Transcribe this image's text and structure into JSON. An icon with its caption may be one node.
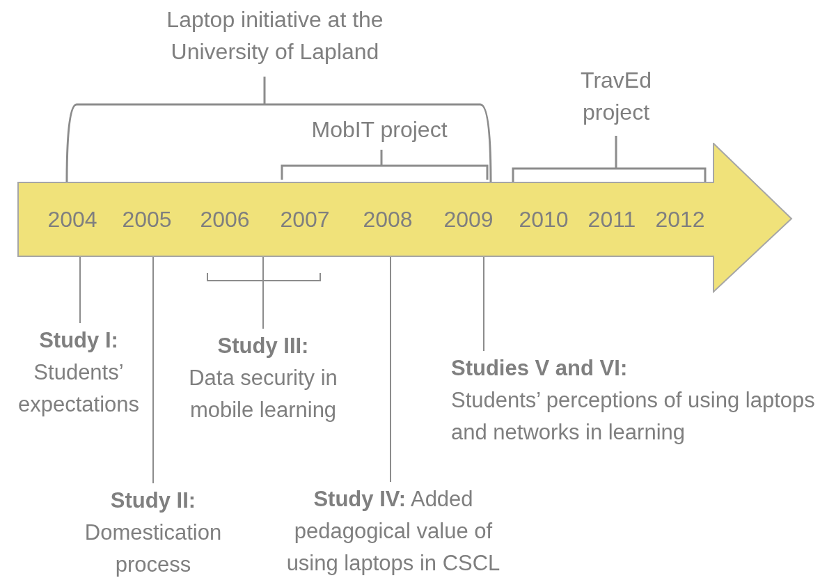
{
  "diagram": {
    "nodes": [
      {
        "text": [
          "2004",
          "2005",
          "2006",
          "2007",
          "2008",
          "2009",
          "2010",
          "2011",
          "2012"
        ]
      },
      {
        "text": [
          "Study I:",
          "Students’ expectations"
        ]
      },
      {
        "text": [
          "Study II:",
          "Domestication process"
        ]
      },
      {
        "text": [
          "Study III:",
          "Data security in mobile learning"
        ]
      },
      {
        "text": [
          "**Study IV:** Added pedagogical value of using laptops in CSCL"
        ]
      },
      {
        "text": [
          "Studies V and VI:",
          "Students’ perceptions of using laptops and networks in learning"
        ]
      }
    ],
    "edges": [
      {
        "from": 1,
        "to": 0,
        "arrow": "none"
      },
      {
        "from": 2,
        "to": 0,
        "arrow": "none"
      },
      {
        "from": 3,
        "to": 0,
        "arrow": "none"
      },
      {
        "from": 4,
        "to": 0,
        "arrow": "none"
      },
      {
        "from": 5,
        "to": 0,
        "arrow": "none"
      }
    ],
    "labels": [
      "Laptop initiative at the University of Lapland",
      "TravEd project",
      "MobIT project"
    ]
  }
}
